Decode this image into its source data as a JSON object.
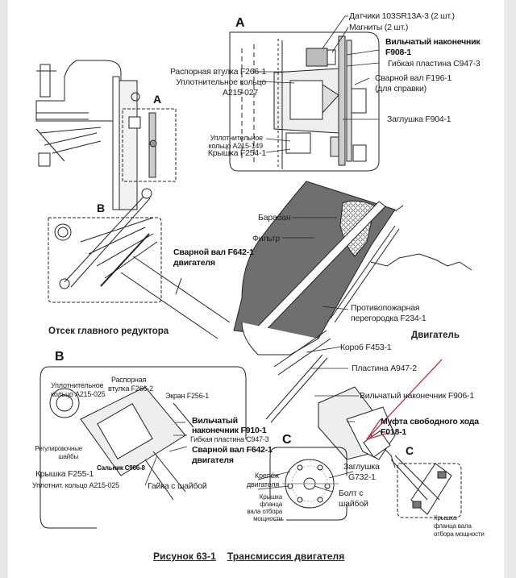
{
  "figure": {
    "caption_number": "Рисунок 63-1",
    "caption_title": "Трансмиссия двигателя"
  },
  "colors": {
    "line": "#222222",
    "dark_fill": "#6f6f6f",
    "annotation_red": "#c0304a",
    "page_border": "#e6e6e6"
  },
  "detail_letters": {
    "a_main": "A",
    "a_small": "A",
    "b_small": "B",
    "b_main": "B",
    "c_main": "C",
    "c_small": "C"
  },
  "region_labels": {
    "gearbox_bay": "Отсек главного редуктора",
    "engine": "Двигатель"
  },
  "detail_a": {
    "sensors": "Датчики 103SR13A-3 (2 шт.)",
    "magnets": "Магниты (2 шт.)",
    "yoke_line1": "Вильчатый наконечник",
    "yoke_line2": "F908-1",
    "flex_plate": "Гибкая пластина C947-3",
    "welded_shaft_line1": "Сварной вал F196-1",
    "welded_shaft_line2": "(для справки)",
    "plug": "Заглушка F904-1",
    "spacer": "Распорная втулка F266-1",
    "seal_line1": "Уплотнительное кольцо",
    "seal_line2": "A215-027",
    "seal2_line1": "Уплотнительное",
    "seal2_line2": "кольцо A215-149",
    "cover": "Крышка F254-1"
  },
  "main_view": {
    "drum": "Барабан",
    "filter": "Фильтр",
    "engine_shaft_line1": "Сварной вал F642-1",
    "engine_shaft_line2": "двигателя",
    "firewall_line1": "Противопожарная",
    "firewall_line2": "перегородка F234-1",
    "duct": "Короб F453-1",
    "plate": "Пластина A947-2",
    "yoke": "Вильчатый наконечник F906-1",
    "freewheel_line1": "Муфта свободного хода",
    "freewheel_line2": "F018-1"
  },
  "detail_b": {
    "seal_line1": "Уплотнительное",
    "seal_line2": "кольцо A215-025",
    "spacer_line1": "Распорная",
    "spacer_line2": "втулка F266-2",
    "screen": "Экран F256-1",
    "yoke_line1": "Вильчатый",
    "yoke_line2": "наконечник F910-1",
    "flex_plate": "Гибкая пластина C947-3",
    "shaft_line1": "Сварной вал F642-1",
    "shaft_line2": "двигателя",
    "shims_line1": "Регулировочные",
    "shims_line2": "шайбы",
    "cover": "Крышка F255-1",
    "oil_seal": "Сальник C966-8",
    "seal_ring": "Уплотнит. кольцо A215-025",
    "nut": "Гайка с шайбой"
  },
  "detail_c": {
    "mount_line1": "Крепёж",
    "mount_line2": "двигателя",
    "plug_line1": "Заглушка",
    "plug_line2": "G732-1",
    "bolt_line1": "Болт с",
    "bolt_line2": "шайбой",
    "cover_line1": "Крышка",
    "cover_line2": "фланца",
    "cover_line3": "вала отбора",
    "cover_line4": "мощности"
  },
  "detail_c_small": {
    "cover_line1": "Крышка",
    "cover_line2": "фланца вала",
    "cover_line3": "отбора мощности"
  }
}
